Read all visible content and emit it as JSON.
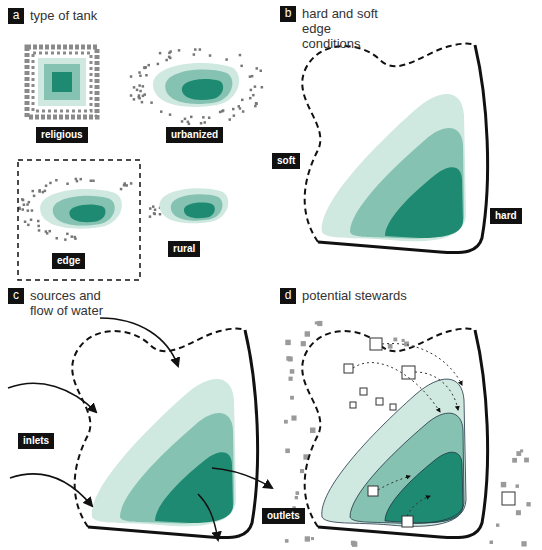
{
  "diagram": {
    "nodes": [
      {
        "text": [
          "a",
          "type of tank"
        ]
      },
      {
        "text": [
          "religious"
        ]
      },
      {
        "text": [
          "urbanized"
        ]
      },
      {
        "text": [
          "edge"
        ]
      },
      {
        "text": [
          "rural"
        ]
      },
      {
        "text": [
          "b",
          "hard and soft edge conditions"
        ]
      },
      {
        "text": [
          "soft"
        ]
      },
      {
        "text": [
          "hard"
        ]
      },
      {
        "text": [
          "c",
          "sources and flow of water"
        ]
      },
      {
        "text": [
          "inlets"
        ]
      },
      {
        "text": [
          "outlets"
        ]
      },
      {
        "text": [
          "d",
          "potential stewards"
        ]
      }
    ]
  }
}
